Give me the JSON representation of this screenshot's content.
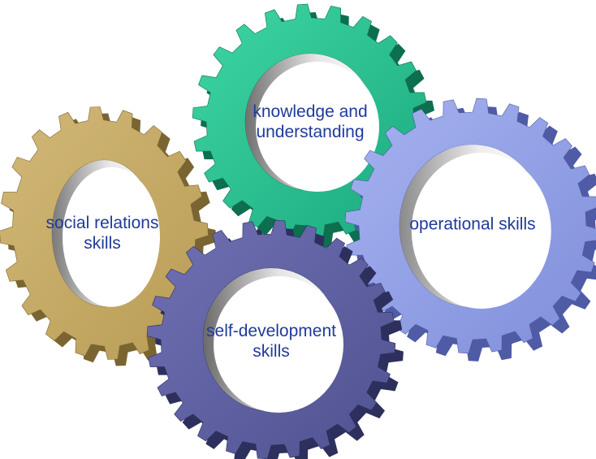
{
  "gears": [
    {
      "id": "social",
      "label_lines": [
        "social relations",
        "skills"
      ],
      "colors": {
        "light": "#d2b878",
        "mid": "#b89c55",
        "dark": "#7a6532",
        "inner_light": "#e8e8e8",
        "inner_dark": "#7a7a7a"
      }
    },
    {
      "id": "knowledge",
      "label_lines": [
        "knowledge and",
        "understanding"
      ],
      "colors": {
        "light": "#3fd6a4",
        "mid": "#1aa97d",
        "dark": "#0d6e50",
        "inner_light": "#e6e6e6",
        "inner_dark": "#707070"
      }
    },
    {
      "id": "operational",
      "label_lines": [
        "operational skills"
      ],
      "colors": {
        "light": "#a6b2ef",
        "mid": "#7f8edb",
        "dark": "#4f5ba5",
        "inner_light": "#eeeeee",
        "inner_dark": "#8a8a8a"
      }
    },
    {
      "id": "selfdev",
      "label_lines": [
        "self-development",
        "skills"
      ],
      "colors": {
        "light": "#6f71b4",
        "mid": "#4f5190",
        "dark": "#2d2f5d",
        "inner_light": "#e4e4e4",
        "inner_dark": "#6a6a6a"
      }
    }
  ],
  "label_color": "#1f3a9a"
}
